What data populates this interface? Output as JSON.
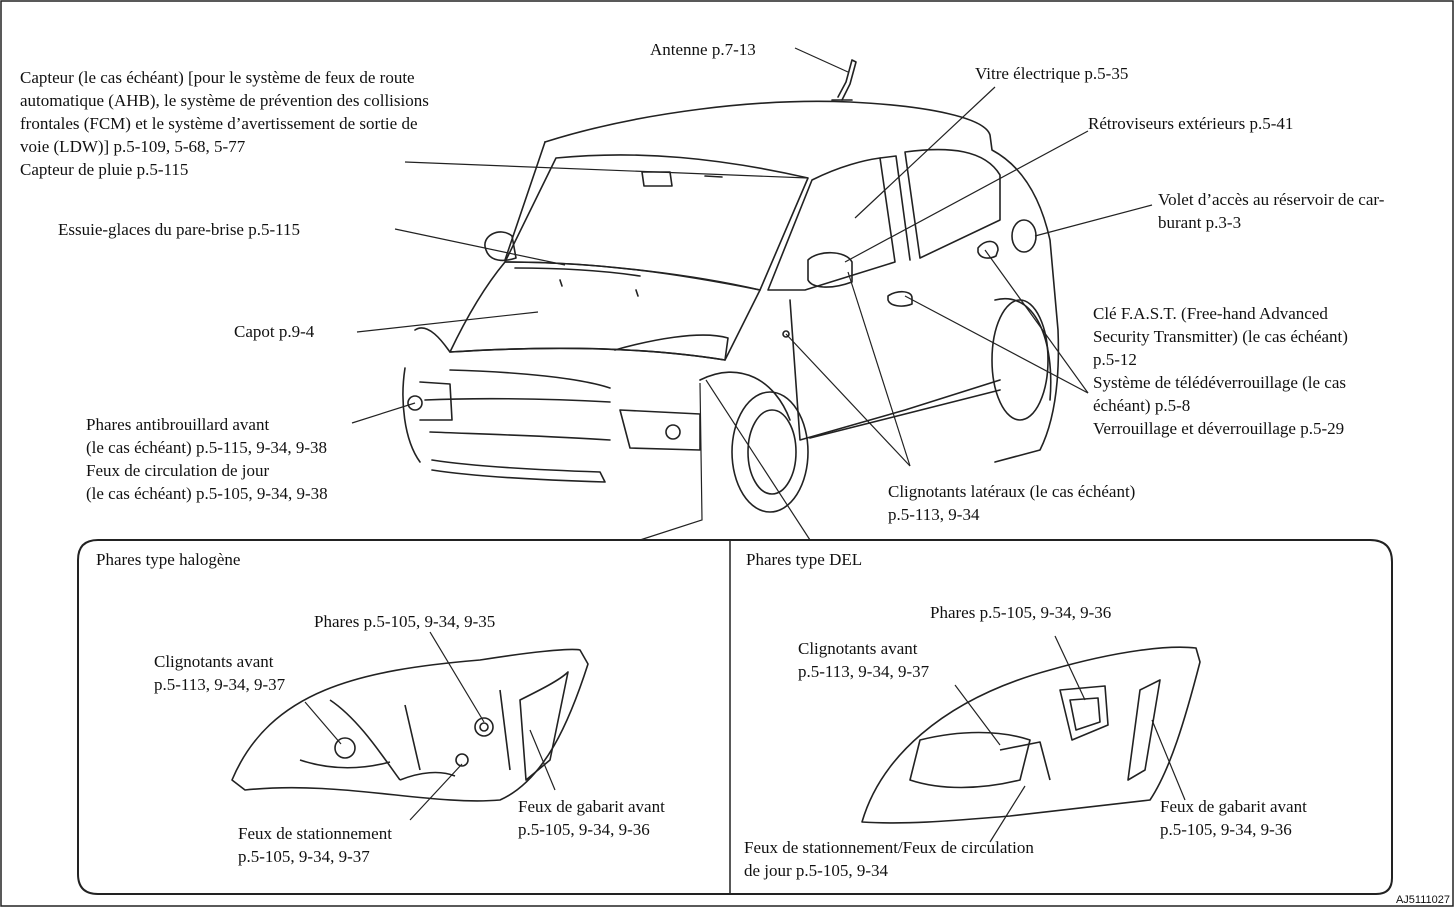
{
  "labels": {
    "antenna": [
      "Antenne p.7-13"
    ],
    "sensor": [
      "Capteur (le cas échéant) [pour le système de feux de route",
      "automatique (AHB), le système de prévention des collisions",
      "frontales (FCM) et le système d’avertissement de sortie de",
      "voie (LDW)] p.5-109, 5-68, 5-77",
      "Capteur de pluie p.5-115"
    ],
    "wipers": [
      "Essuie-glaces du pare-brise p.5-115"
    ],
    "hood": [
      "Capot p.9-4"
    ],
    "fog": [
      "Phares antibrouillard avant",
      "(le cas échéant) p.5-115, 9-34, 9-38",
      "Feux de circulation de jour",
      "(le cas échéant) p.5-105, 9-34, 9-38"
    ],
    "window": [
      "Vitre électrique p.5-35"
    ],
    "mirrors": [
      "Rétroviseurs extérieurs p.5-41"
    ],
    "fuel": [
      "Volet d’accès au réservoir de car-",
      "burant p.3-3"
    ],
    "keys": [
      "Clé F.A.S.T. (Free-hand Advanced",
      "Security Transmitter) (le cas échéant)",
      "p.5-12",
      "Système de télédéverrouillage (le cas",
      "échéant) p.5-8",
      "Verrouillage et déverrouillage p.5-29"
    ],
    "side_turn": [
      "Clignotants latéraux (le cas échéant)",
      "p.5-113, 9-34"
    ]
  },
  "halogen": {
    "title": "Phares type halogène",
    "headlights": [
      "Phares p.5-105, 9-34, 9-35"
    ],
    "turn": [
      "Clignotants avant",
      "p.5-113, 9-34, 9-37"
    ],
    "parking": [
      "Feux de stationnement",
      "p.5-105, 9-34, 9-37"
    ],
    "clearance": [
      "Feux de gabarit avant",
      "p.5-105, 9-34, 9-36"
    ]
  },
  "led": {
    "title": "Phares type DEL",
    "headlights": [
      "Phares p.5-105, 9-34, 9-36"
    ],
    "turn": [
      "Clignotants avant",
      "p.5-113, 9-34, 9-37"
    ],
    "parking_drl": [
      "Feux de stationnement/Feux de circulation",
      "de jour p.5-105, 9-34"
    ],
    "clearance": [
      "Feux de gabarit avant",
      "p.5-105, 9-34, 9-36"
    ]
  },
  "figure_code": "AJ5111027"
}
